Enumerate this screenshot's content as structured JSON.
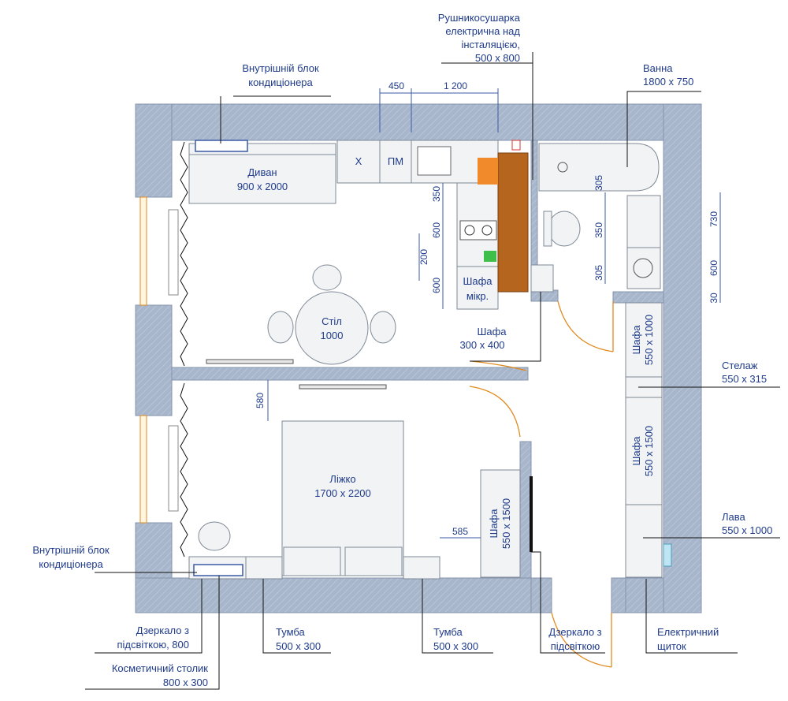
{
  "colors": {
    "wall": "#a8b6cc",
    "label": "#1f3b8a",
    "door": "#e08a1e",
    "counter": "#b5651d",
    "furniture": "#f1f3f5"
  },
  "labels": {
    "ac_top": [
      "Внутрішній блок",
      "кондиціонера"
    ],
    "towel": [
      "Рушникосушарка",
      "електрична над",
      "інсталяцією,",
      "500 x 800"
    ],
    "bath": [
      "Ванна",
      "1800 x 750"
    ],
    "sofa": [
      "Диван",
      "900 x 2000"
    ],
    "table": [
      "Стіл",
      "1000"
    ],
    "kitchen_x": "Х",
    "kitchen_pm": "ПМ",
    "mw_cab": [
      "Шафа",
      "мікр."
    ],
    "cab_300": [
      "Шафа",
      "300 x 400"
    ],
    "wardrobe_1000": [
      "Шафа",
      "550 x 1000"
    ],
    "shelf": [
      "Стелаж",
      "550 x 315"
    ],
    "wardrobe_1500_right": [
      "Шафа",
      "550 x 1500"
    ],
    "bench": [
      "Лава",
      "550 x 1000"
    ],
    "bed": [
      "Ліжко",
      "1700 x 2200"
    ],
    "wardrobe_1500_bed": [
      "Шафа",
      "550 x 1500"
    ],
    "ac_bottom": [
      "Внутрішній блок",
      "кондиціонера"
    ],
    "mirror_left": [
      "Дзеркало з",
      "підсвіткою, 800"
    ],
    "vanity": [
      "Косметичний столик",
      "800 x 300"
    ],
    "tumba_1": [
      "Тумба",
      "500 x 300"
    ],
    "tumba_2": [
      "Тумба",
      "500 x 300"
    ],
    "mirror_right": [
      "Дзеркало з",
      "підсвіткою"
    ],
    "el_panel": [
      "Електричний",
      "щиток"
    ]
  },
  "dims": {
    "d450": "450",
    "d1200": "1 200",
    "d350a": "350",
    "d600a": "600",
    "d200": "200",
    "d600b": "600",
    "d305a": "305",
    "d350b": "350",
    "d305b": "305",
    "d730": "730",
    "d600c": "600",
    "d30": "30",
    "d580": "580",
    "d585": "585"
  }
}
